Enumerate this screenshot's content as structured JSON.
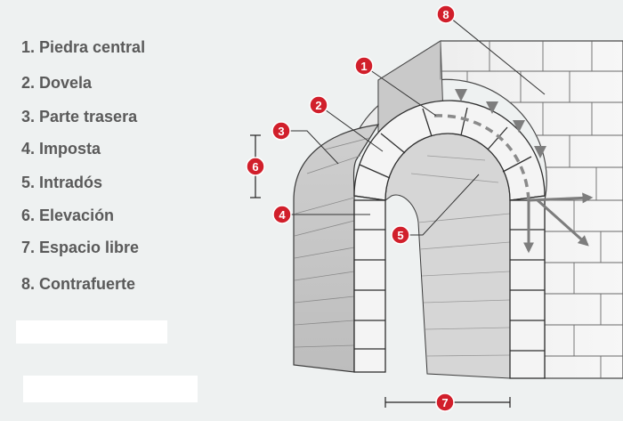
{
  "legend": {
    "items": [
      "1. Piedra central",
      "2. Dovela",
      "3. Parte trasera",
      "4. Imposta",
      "5. Intradós",
      "6. Elevación",
      "7. Espacio libre",
      "8. Contrafuerte"
    ]
  },
  "markers": [
    "1",
    "2",
    "3",
    "4",
    "5",
    "6",
    "7",
    "8"
  ],
  "colors": {
    "marker_fill": "#d11f2b",
    "stone_light": "#f5f5f5",
    "stone_shadow": "#c4c4c4",
    "mortar": "#3b3b3b",
    "arrow": "#7d7d7d"
  }
}
